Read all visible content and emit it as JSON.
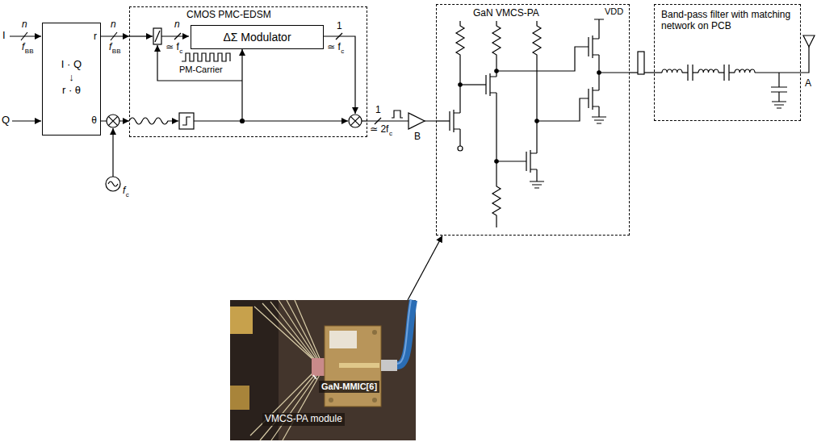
{
  "diagram": {
    "nodes": [
      {
        "text": [
          "I · Q",
          "↓",
          "r · θ",
          "r",
          "θ"
        ]
      },
      {
        "text": [
          "CMOS PMC-EDSM"
        ]
      },
      {
        "text": [
          "ΔΣ Modulator"
        ],
        "in": 1
      },
      {
        "text": [
          "GaN VMCS-PA"
        ]
      },
      {
        "text": [
          "Band-pass filter with matching network on PCB"
        ]
      },
      {
        "text": [
          "GaN-MMIC[6]",
          "VMCS-PA module"
        ]
      }
    ],
    "edges": [
      {
        "from": 0,
        "to": 1,
        "arrow": "to"
      },
      {
        "from": 0,
        "to": 1,
        "arrow": "to"
      },
      {
        "from": 1,
        "to": 3,
        "arrow": "none"
      },
      {
        "from": 3,
        "to": 4,
        "arrow": "none"
      },
      {
        "from": 5,
        "to": 3,
        "arrow": "to"
      }
    ],
    "labels": [
      "I",
      "n",
      "f",
      "BB",
      "Q",
      "n",
      "f",
      "BB",
      "f",
      "c",
      "n",
      "≃ f",
      "c",
      "PM-Carrier",
      "1",
      "≃ f",
      "c",
      "1",
      "≃ 2f",
      "c",
      "B",
      "VDD",
      "A"
    ]
  }
}
